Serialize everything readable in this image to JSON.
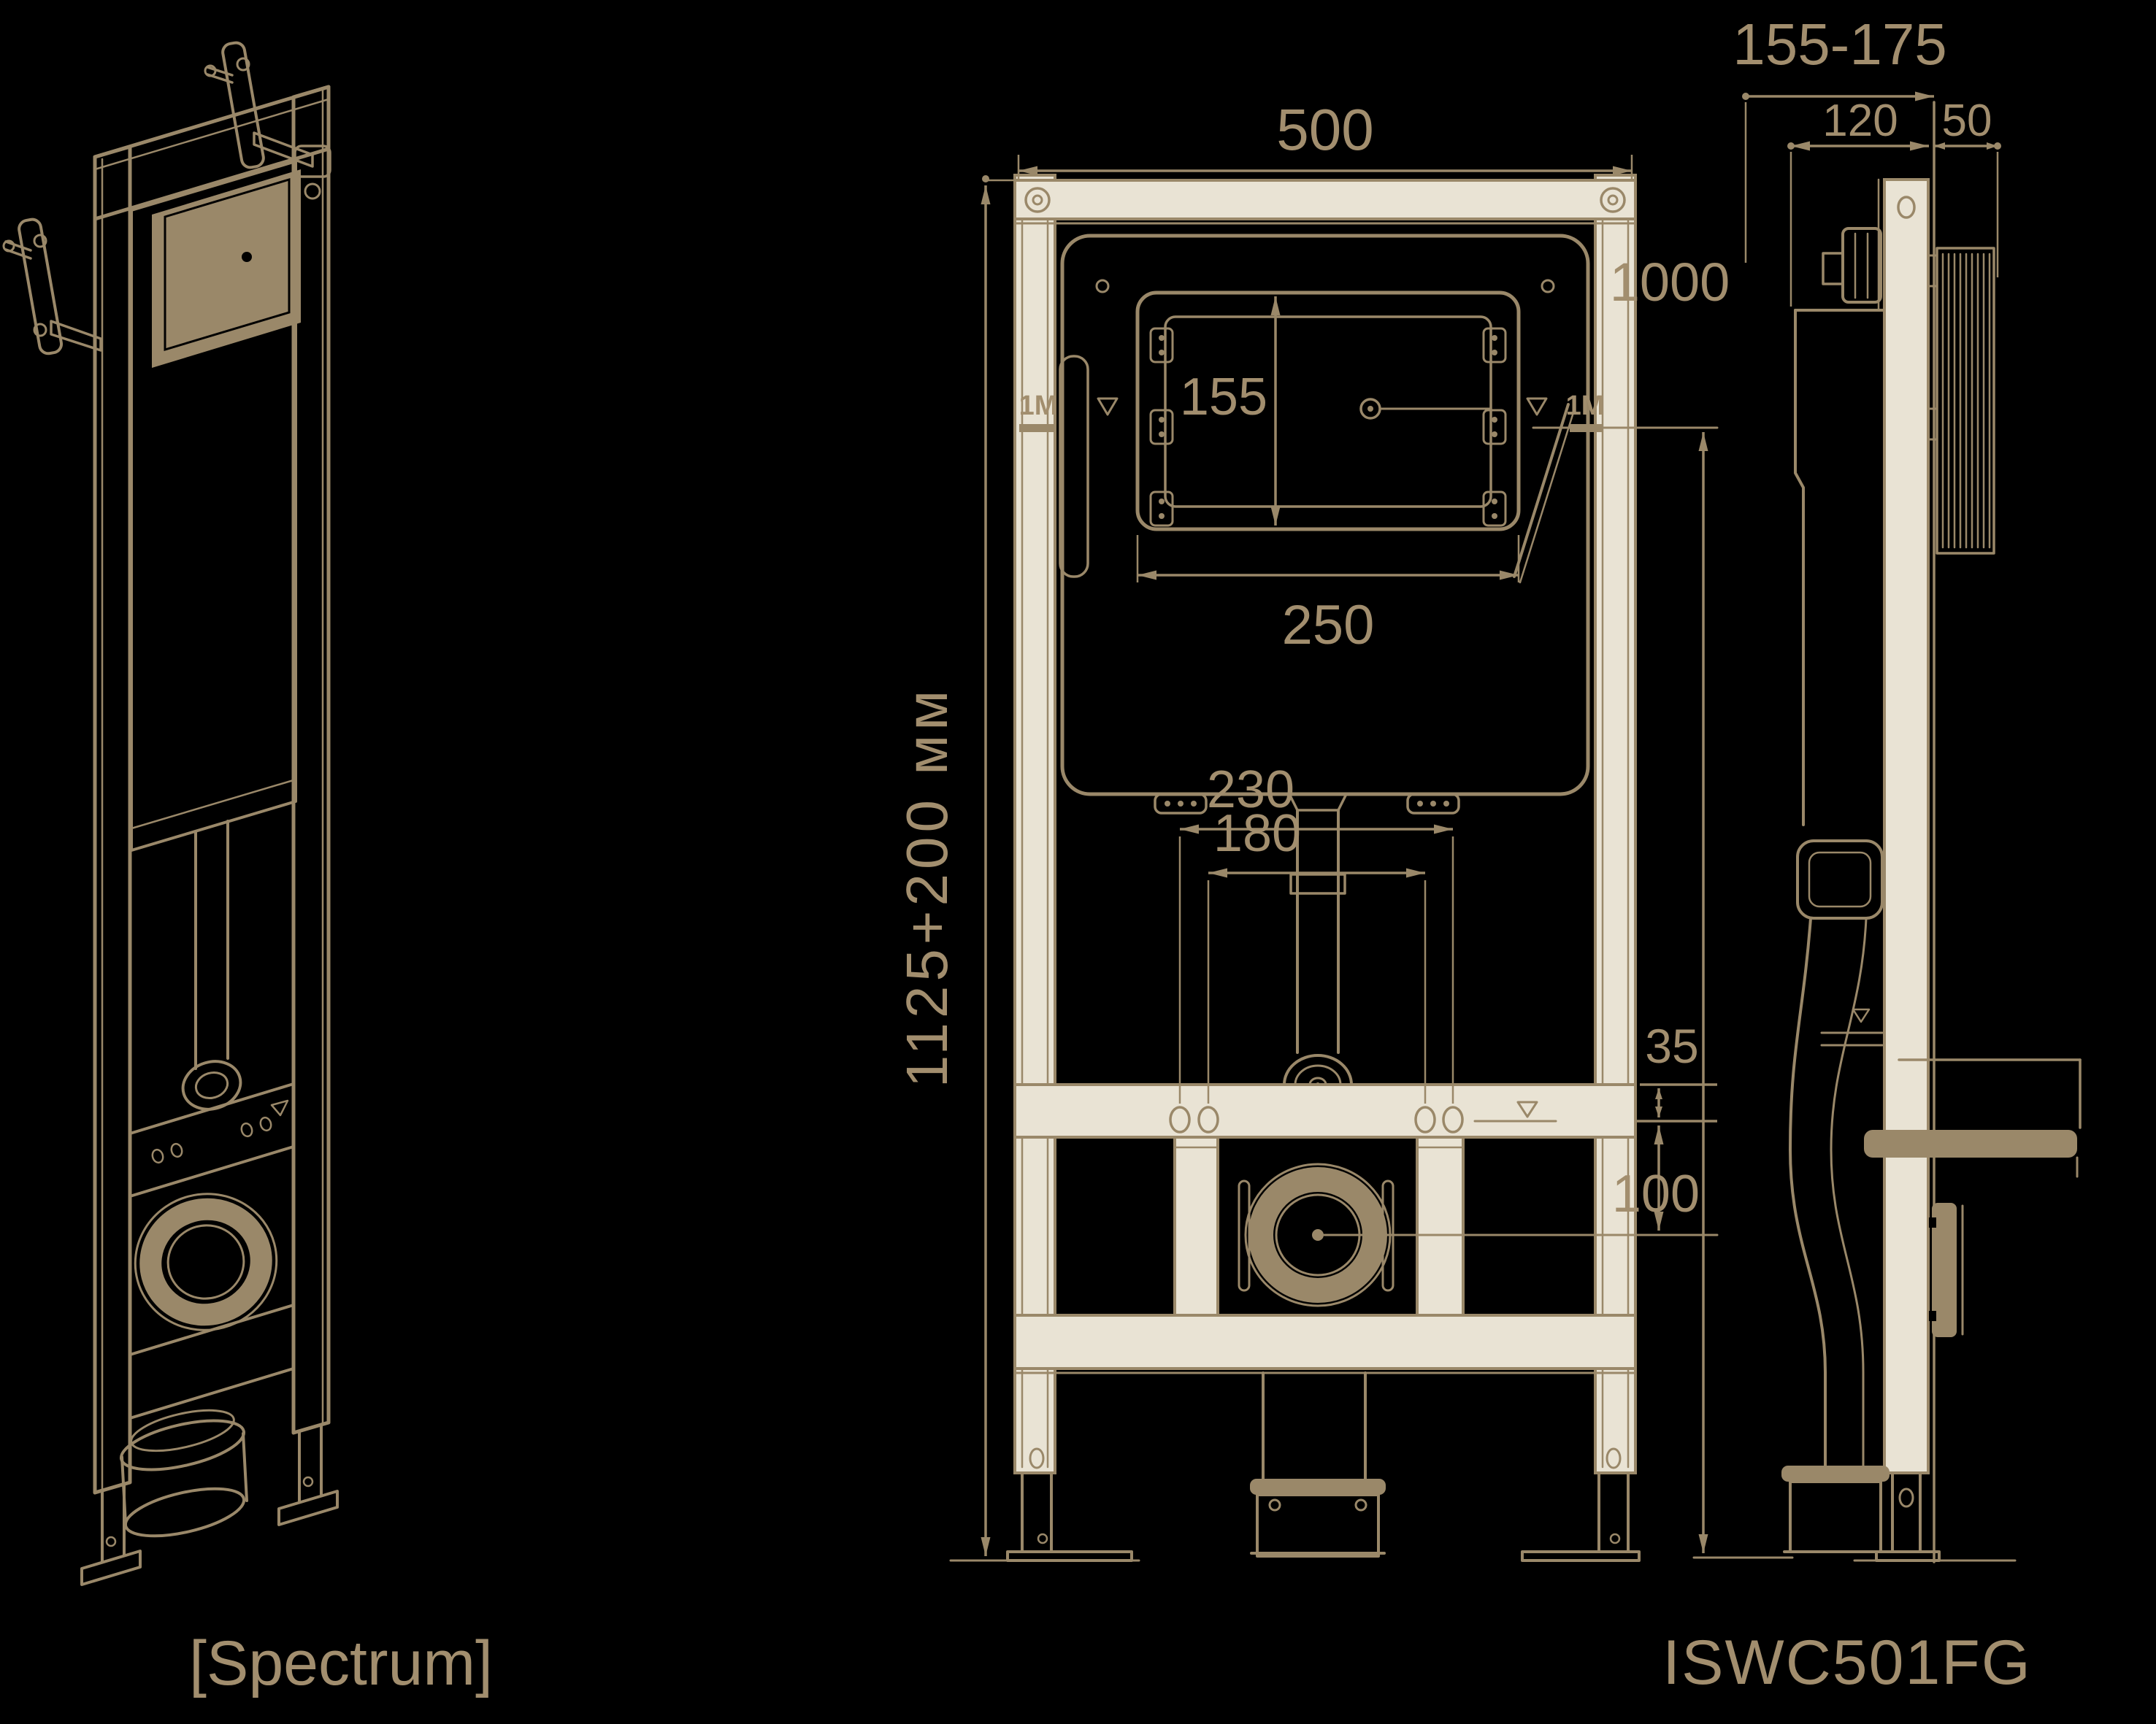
{
  "colors": {
    "bg": "#000000",
    "line": "#9a8869",
    "cream": "#e9e3d4",
    "text": "#a28e6e"
  },
  "labels": {
    "isometric": "[Spectrum]",
    "side": "ISWC501FG"
  },
  "front": {
    "width": "500",
    "window_height": "155",
    "window_width": "250",
    "meter_height": "1000",
    "overall_height": "1125+200 мм",
    "holes_outer": "230",
    "holes_inner": "180",
    "supply_offset": "35",
    "outlet_height": "100",
    "meter_mark": "1M"
  },
  "side": {
    "depth_range": "155-175",
    "frame_depth": "120",
    "wall_depth": "50"
  }
}
